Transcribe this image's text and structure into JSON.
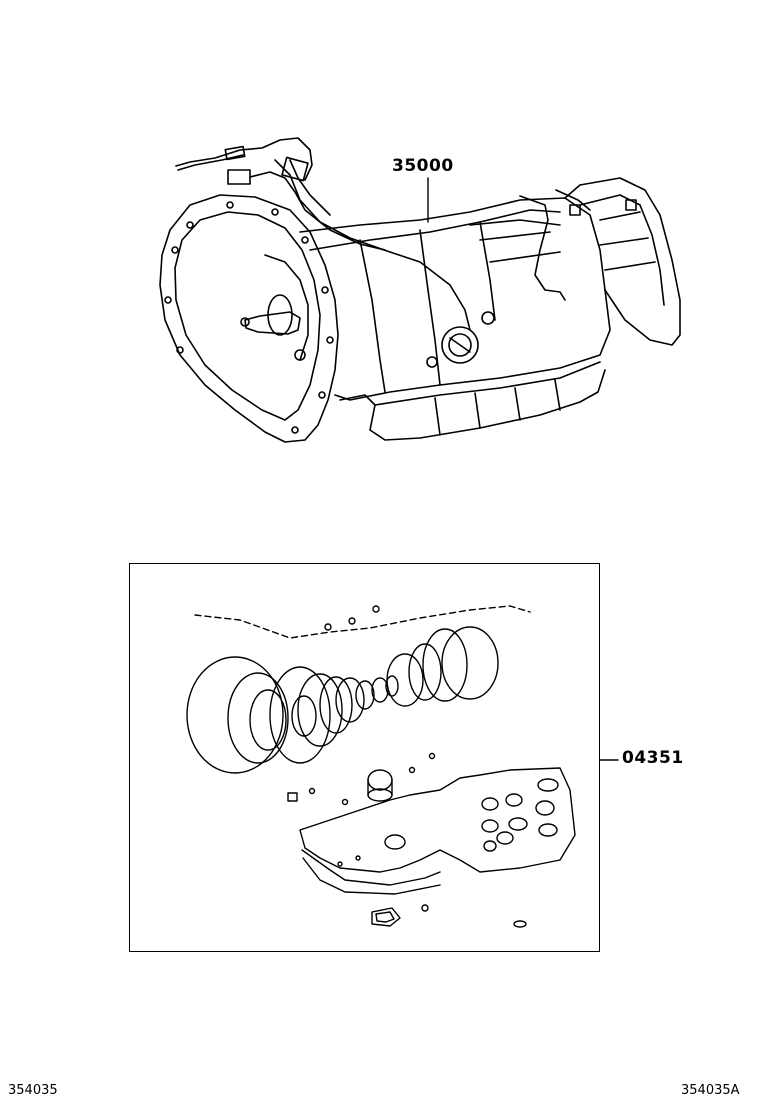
{
  "callouts": {
    "transmission_part_no": "35000",
    "overhaul_kit_part_no": "04351"
  },
  "footer": {
    "left_ref": "354035",
    "right_ref": "354035A"
  },
  "colors": {
    "line": "#000000",
    "background": "#ffffff"
  }
}
